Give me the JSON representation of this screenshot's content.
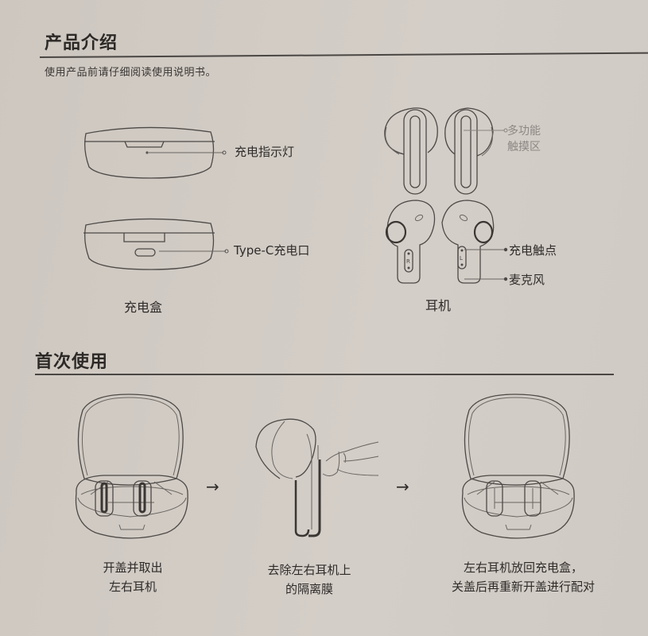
{
  "product_intro": {
    "title": "产品介绍",
    "note": "使用产品前请仔细阅读使用说明书。",
    "charging_case": {
      "caption": "充电盒",
      "callouts": [
        {
          "label": "充电指示灯"
        },
        {
          "label": "Type-C充电口"
        }
      ]
    },
    "earbuds": {
      "caption": "耳机",
      "callouts": [
        {
          "label_line1": "多功能",
          "label_line2": "触摸区"
        },
        {
          "label": "充电触点"
        },
        {
          "label": "麦克风"
        }
      ],
      "side_marks": [
        "R",
        "L"
      ]
    }
  },
  "first_use": {
    "title": "首次使用",
    "steps": [
      {
        "line1": "开盖并取出",
        "line2": "左右耳机",
        "icon": "open-case-icon"
      },
      {
        "line1": "去除左右耳机上",
        "line2": "的隔离膜",
        "icon": "peel-film-icon"
      },
      {
        "line1": "左右耳机放回充电盒，",
        "line2": "关盖后再重新开盖进行配对",
        "icon": "return-case-icon"
      }
    ],
    "arrow_glyph": "→"
  }
}
